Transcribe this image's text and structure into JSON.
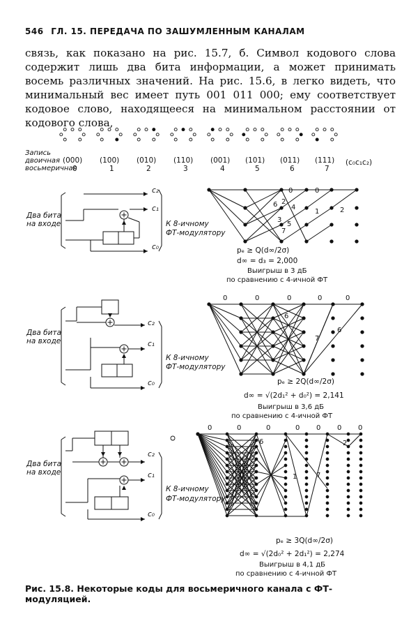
{
  "header": {
    "page_number": "546",
    "running_title": "ГЛ. 15. ПЕРЕДАЧА ПО ЗАШУМЛЕННЫМ КАНАЛАМ"
  },
  "paragraph": "связь, как показано на рис. 15.7, б. Символ кодового слова содержит лишь два бита информации, а может принимать восемь различных значений. На рис. 15.6, в легко видеть, что минимальный вес имеет путь 001 011 000; ему соответствует кодовое слово, находящееся на минимальном расстоянии от кодового слова,",
  "mapping": {
    "row_labels": [
      "Запись",
      "двоичная",
      "восьмеричная"
    ],
    "binary": [
      "(000)",
      "(100)",
      "(010)",
      "(110)",
      "(001)",
      "(101)",
      "(011)",
      "(111)"
    ],
    "octal": [
      "0",
      "1",
      "2",
      "3",
      "4",
      "5",
      "6",
      "7"
    ],
    "bit_order": "(c₀c₁c₂)"
  },
  "encoders": [
    {
      "input_label_1": "Два бита",
      "input_label_2": "на входе",
      "outputs": [
        "c₂",
        "c₁",
        "c₀"
      ],
      "target_1": "К 8-ичному",
      "target_2": "ФТ-модулятору",
      "trellis_labels": [
        "0",
        "0",
        "1",
        "2",
        "6",
        "2",
        "4",
        "3",
        "5",
        "7"
      ],
      "formula_pe": "pₑ ≥ Q(d∞/2σ)",
      "formula_d": "d∞ = d₃ = 2,000",
      "gain": "Выигрыш в 3 дБ",
      "comparison": "по сравнению с 4-ичной ФТ"
    },
    {
      "input_label_1": "Два бита",
      "input_label_2": "на входе",
      "outputs": [
        "c₂",
        "c₁",
        "c₀"
      ],
      "target_1": "К 8-ичному",
      "target_2": "ФТ-модулятору",
      "trellis_labels": [
        "0",
        "0",
        "0",
        "0",
        "0",
        "6",
        "6",
        "7"
      ],
      "formula_pe": "pₑ ≥ 2Q(d∞/2σ)",
      "formula_d": "d∞ = √(2d₁² + d₀²) = 2,141",
      "gain": "Выигрыш в 3,6 дБ",
      "comparison": "по сравнению с 4-ичной ФТ"
    },
    {
      "input_label_1": "Два бита",
      "input_label_2": "на входе",
      "outputs": [
        "c₂",
        "c₁",
        "c₀"
      ],
      "target_1": "К 8-ичному",
      "target_2": "ФТ-модулятору",
      "trellis_labels": [
        "0",
        "0",
        "0",
        "0",
        "0",
        "0",
        "0",
        "6",
        "2",
        "1",
        "7"
      ],
      "formula_pe": "pₑ ≥ 3Q(d∞/2σ)",
      "formula_d": "d∞ = √(2d₀² + 2d₁²) = 2,274",
      "gain": "Выигрыш в 4,1 дБ",
      "comparison": "по сравнению с 4-ичной ФТ"
    }
  ],
  "caption": "Рис. 15.8. Некоторые коды для восьмеричного канала с ФТ-модуляцией."
}
